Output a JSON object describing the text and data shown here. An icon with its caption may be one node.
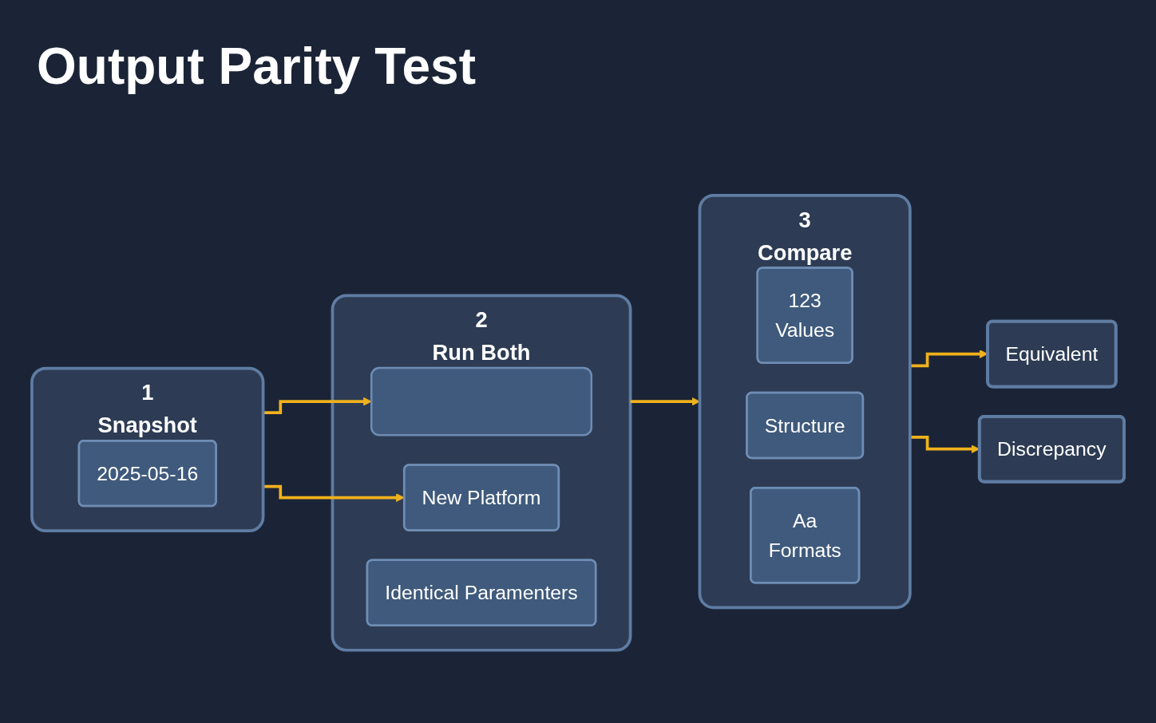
{
  "diagram": {
    "title": "Output Parity Test",
    "nodes": [
      {
        "text": [
          "1",
          "Snapshot"
        ]
      },
      {
        "text": [
          "2025-05-16"
        ],
        "in": 0
      },
      {
        "text": [
          "2",
          "Run Both"
        ]
      },
      {
        "text": [],
        "shape": "box",
        "in": 2
      },
      {
        "text": [
          "New Platform"
        ],
        "in": 2
      },
      {
        "text": [
          "Identical Paramenters"
        ],
        "in": 2
      },
      {
        "text": [
          "3",
          "Compare"
        ]
      },
      {
        "text": [
          "123",
          "Values"
        ],
        "in": 6
      },
      {
        "text": [
          "Structure"
        ],
        "in": 6
      },
      {
        "text": [
          "Aa",
          "Formats"
        ],
        "in": 6
      },
      {
        "text": [
          "Equivalent"
        ]
      },
      {
        "text": [
          "Discrepancy"
        ]
      }
    ],
    "edges": [
      {
        "from": 0,
        "to": 3,
        "arrow": "to"
      },
      {
        "from": 0,
        "to": 4,
        "arrow": "to"
      },
      {
        "from": 2,
        "to": 6,
        "arrow": "to"
      },
      {
        "from": 6,
        "to": 10,
        "arrow": "to"
      },
      {
        "from": 6,
        "to": 11,
        "arrow": "to"
      }
    ]
  }
}
